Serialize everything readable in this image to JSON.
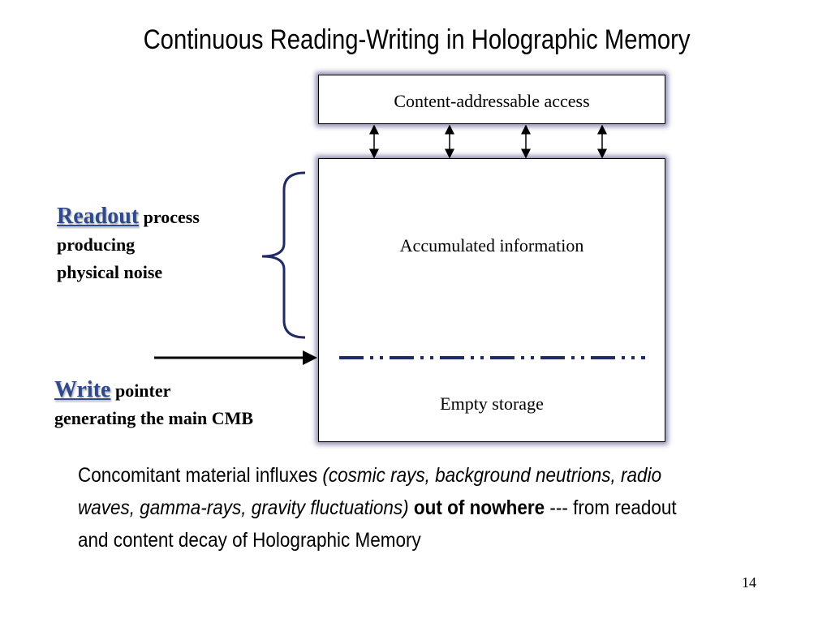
{
  "slide": {
    "title": "Continuous Reading-Writing in Holographic Memory",
    "page_number": "14"
  },
  "diagram": {
    "top_box_label": "Content-addressable access",
    "accumulated_label": "Accumulated information",
    "empty_label": "Empty storage",
    "readout": {
      "keyword": "Readout",
      "line1_rest": " process",
      "line2": "producing",
      "line3": "physical noise"
    },
    "write": {
      "keyword": "Write",
      "line1_rest": " pointer",
      "line2": "generating the main CMB"
    }
  },
  "caption": {
    "part1": "Concomitant material influxes ",
    "italic": "(cosmic rays, background neutrions, radio waves, gamma-rays, gravity fluctuations)",
    "bold": " out of nowhere",
    "part2": " --- from readout and content decay of Holographic Memory"
  },
  "colors": {
    "keyword": "#2e4a8c",
    "pointer_line": "#1f2a66",
    "box_glow": "#28286e"
  }
}
